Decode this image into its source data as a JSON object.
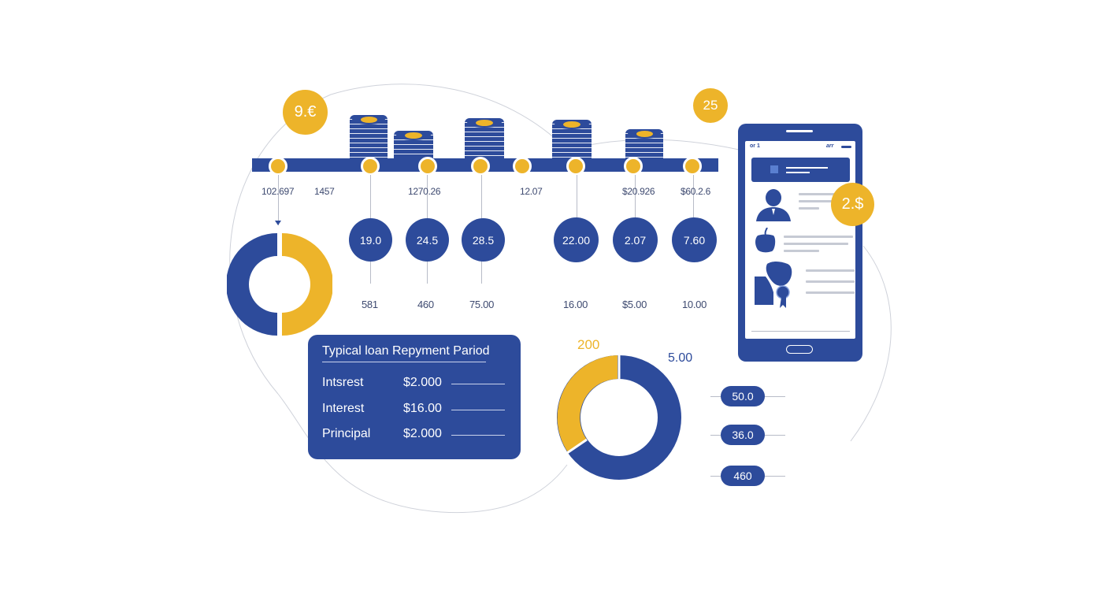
{
  "badges": {
    "top_left": "9.€",
    "top_right": "25",
    "phone_side": "2.$"
  },
  "timeline": {
    "top_labels": [
      "102.697",
      "1457",
      "1270.26",
      "12.07",
      "$20.926",
      "$60.2.6"
    ],
    "circle_values": [
      "19.0",
      "24.5",
      "28.5",
      "22.00",
      "2.07",
      "7.60"
    ],
    "bottom_labels": [
      "581",
      "460",
      "75.00",
      "16.00",
      "$5.00",
      "10.00"
    ]
  },
  "summary_card": {
    "title": "Typical loan Repyment Pariod",
    "rows": [
      {
        "label": "Intsrest",
        "value": "$2.000"
      },
      {
        "label": "Interest",
        "value": "$16.00"
      },
      {
        "label": "Principal",
        "value": "$2.000"
      }
    ]
  },
  "donut_large": {
    "label_gold": "200",
    "label_blue": "5.00"
  },
  "pills": [
    "50.0",
    "36.0",
    "460"
  ],
  "phone": {
    "status_left": "or 1",
    "status_right": "arr"
  },
  "colors": {
    "primary_blue": "#2d4b9b",
    "accent_gold": "#edb42a",
    "line_gray": "#b8bcc8"
  },
  "chart_data": [
    {
      "type": "pie",
      "title": "",
      "categories": [
        "Blue",
        "Gold"
      ],
      "values": [
        50,
        50
      ]
    },
    {
      "type": "pie",
      "title": "",
      "categories": [
        "Gold (200)",
        "Blue (5.00)"
      ],
      "values": [
        35,
        65
      ],
      "annotations": [
        "200",
        "5.00"
      ]
    }
  ]
}
